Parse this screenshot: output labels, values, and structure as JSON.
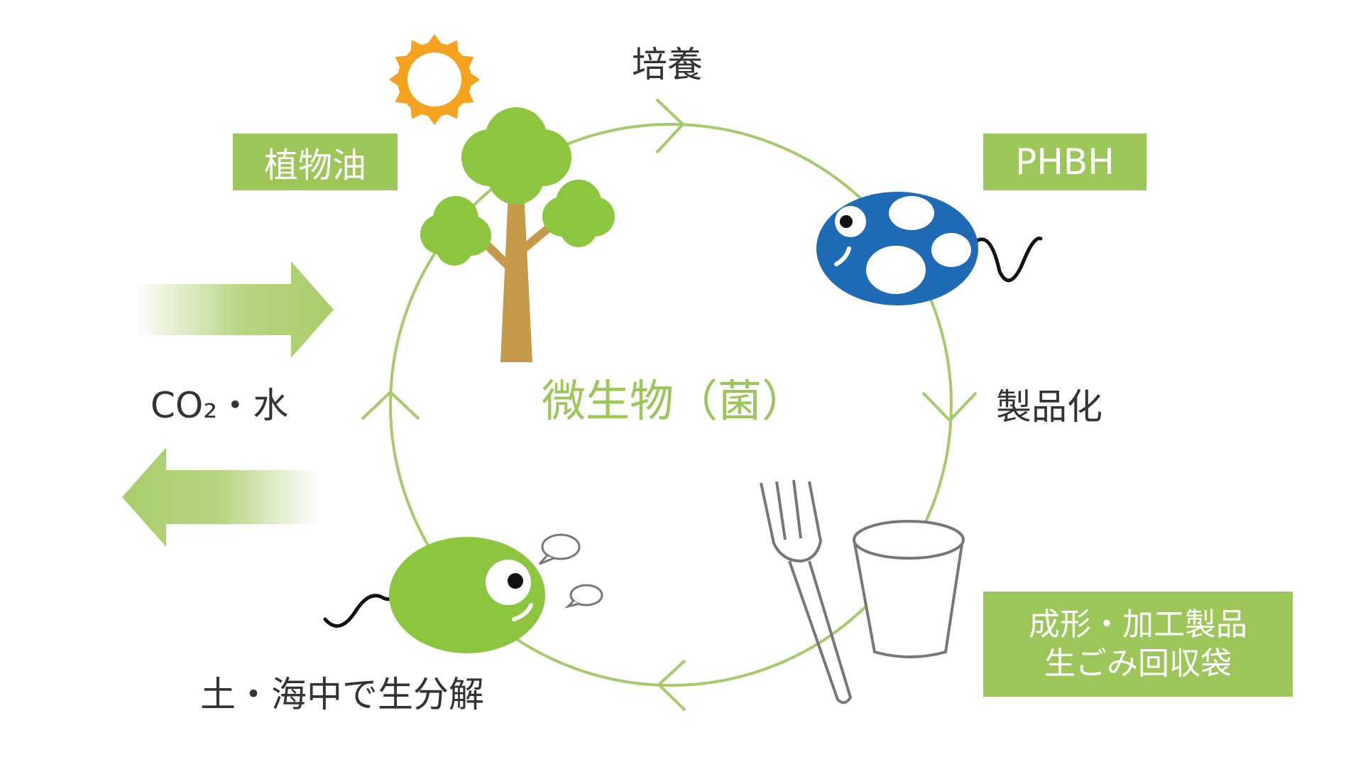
{
  "colors": {
    "green_primary": "#9cc55a",
    "green_light": "#a9cd6a",
    "cycle_line": "#a4ca6b",
    "bacteria_green": "#8cc63f",
    "bacteria_blue": "#1e6ab4",
    "tree_trunk": "#c49a4a",
    "sun": "#f4a21f",
    "text": "#333333"
  },
  "labels": {
    "culture": "培養",
    "vegetable_oil": "植物油",
    "phbh": "PHBH",
    "productization": "製品化",
    "co2_water": "CO₂・水",
    "biodegradation": "土・海中で生分解",
    "products_line1": "成形・加工製品",
    "products_line2": "生ごみ回収袋",
    "microorganism": "微生物（菌）"
  },
  "icons": [
    "sun-icon",
    "tree-icon",
    "blue-bacteria-icon",
    "green-bacteria-icon",
    "fork-icon",
    "cup-icon",
    "arrow-right-icon",
    "arrow-left-icon"
  ]
}
